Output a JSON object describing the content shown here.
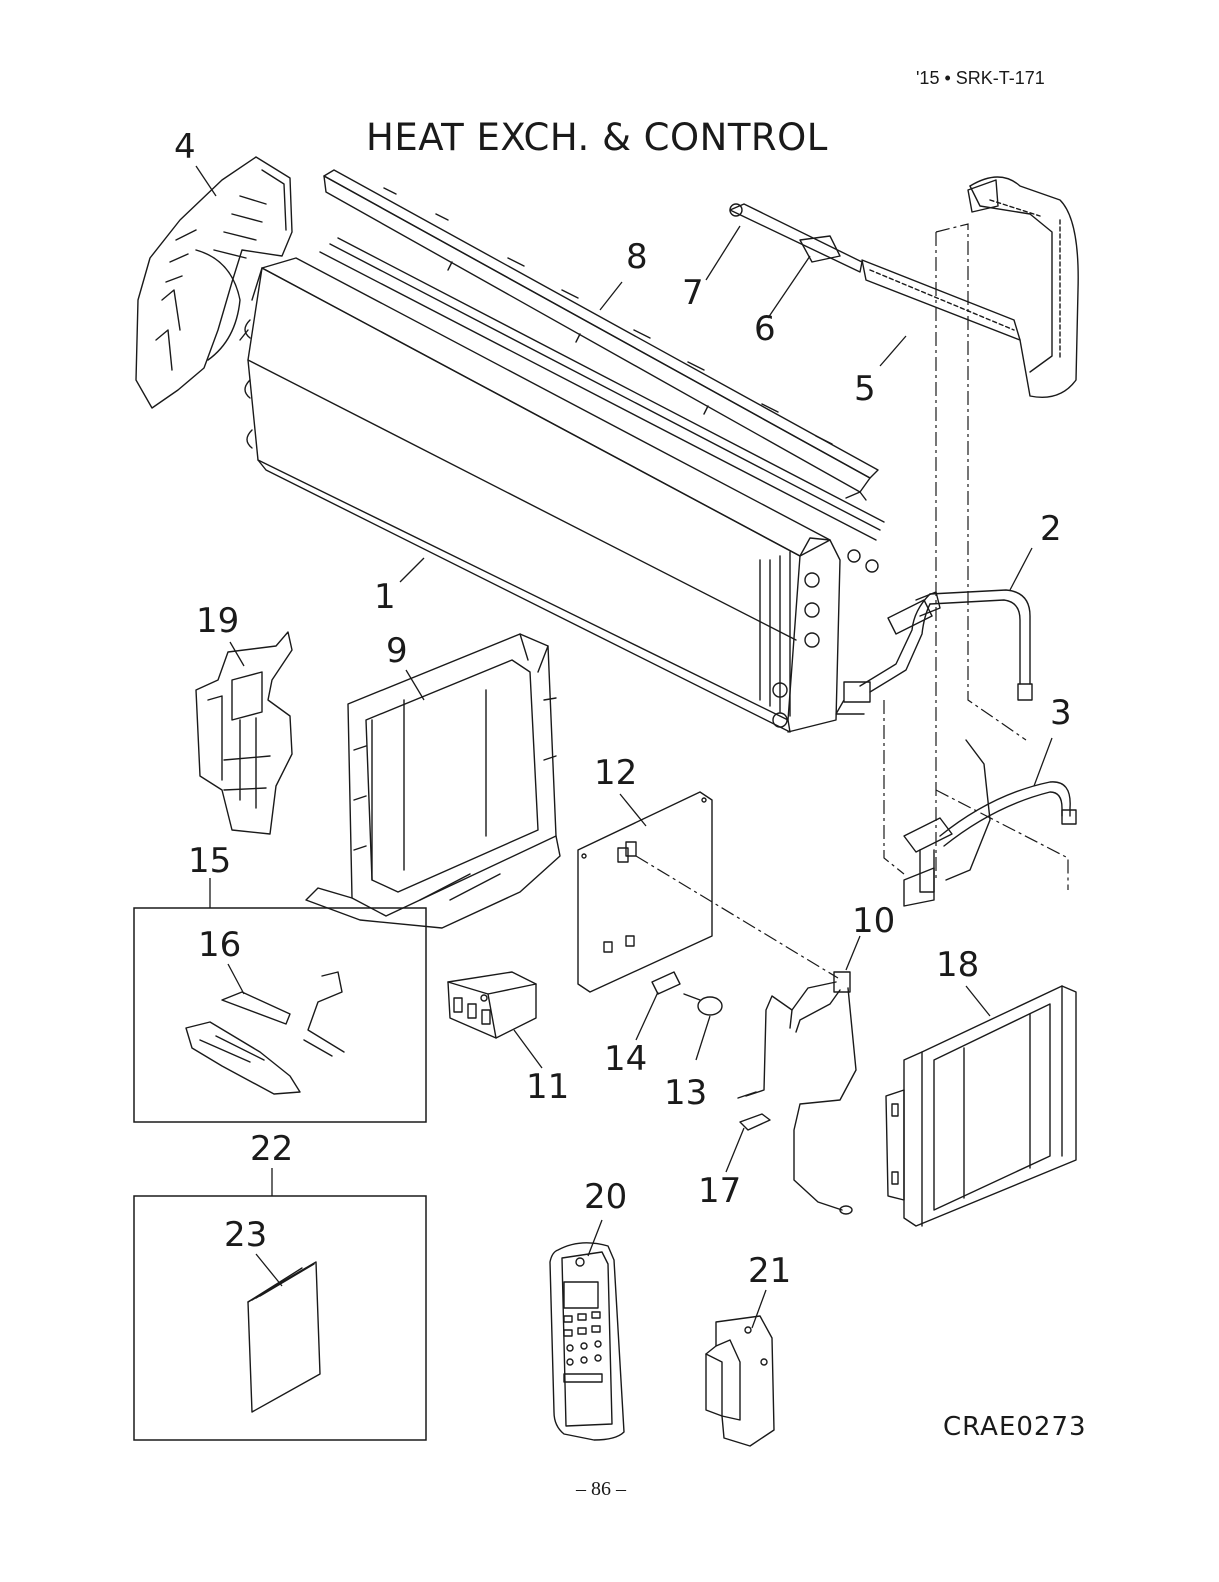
{
  "header": {
    "model_ref": "'15 • SRK-T-171"
  },
  "title": "HEAT EXCH. & CONTROL",
  "drawing_code": "CRAE0273",
  "page_number": "– 86 –",
  "callouts": {
    "c1": "1",
    "c2": "2",
    "c3": "3",
    "c4": "4",
    "c5": "5",
    "c6": "6",
    "c7": "7",
    "c8": "8",
    "c9": "9",
    "c10": "10",
    "c11": "11",
    "c12": "12",
    "c13": "13",
    "c14": "14",
    "c15": "15",
    "c16": "16",
    "c17": "17",
    "c18": "18",
    "c19": "19",
    "c20": "20",
    "c21": "21",
    "c22": "22",
    "c23": "23"
  }
}
